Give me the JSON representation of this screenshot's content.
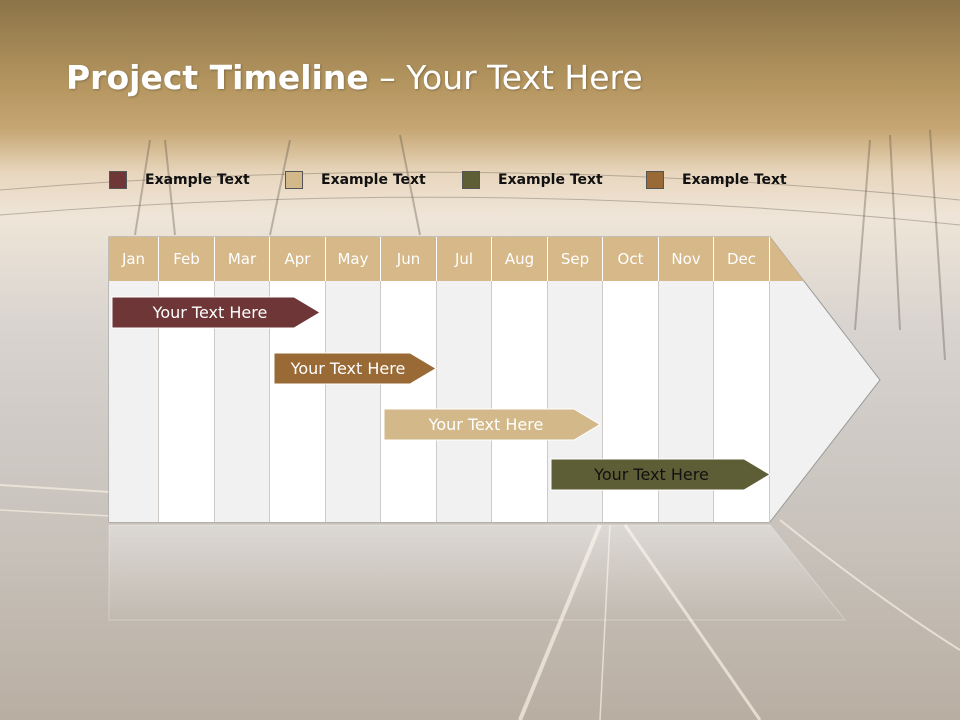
{
  "slide": {
    "title_bold": "Project Timeline",
    "title_rest": " – Your Text Here"
  },
  "legend": [
    {
      "label": "Example Text",
      "color": "#6e3636"
    },
    {
      "label": "Example Text",
      "color": "#d3b88a"
    },
    {
      "label": "Example Text",
      "color": "#5e5e36"
    },
    {
      "label": "Example Text",
      "color": "#9a6a36"
    }
  ],
  "months": [
    "Jan",
    "Feb",
    "Mar",
    "Apr",
    "May",
    "Jun",
    "Jul",
    "Aug",
    "Sep",
    "Oct",
    "Nov",
    "Dec"
  ],
  "tasks": [
    {
      "label": "Your  Text Here",
      "color": "#6e3636",
      "text_color": "#ffffff"
    },
    {
      "label": "Your  Text Here",
      "color": "#9a6a36",
      "text_color": "#ffffff"
    },
    {
      "label": "Your  Text Here",
      "color": "#d3b88a",
      "text_color": "#ffffff"
    },
    {
      "label": "Your  Text Here",
      "color": "#5e5e36",
      "text_color": "#111111"
    }
  ]
}
